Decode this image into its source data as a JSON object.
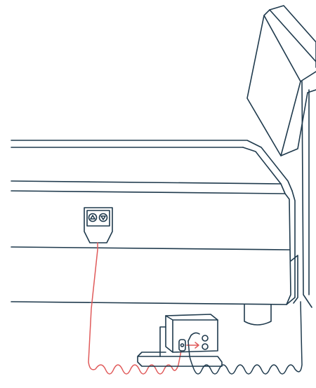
{
  "colors": {
    "line": "#1f3a4d",
    "cord_power": "#e05a5a",
    "cord_control": "#1f3a4d",
    "background": "#ffffff"
  },
  "parts": {
    "bed_base": "adjustable-bed-base",
    "headboard": "headboard",
    "remote_holder": "handset-holder",
    "remote_buttons": [
      "up-arrow-icon",
      "down-arrow-icon"
    ],
    "control_box": "control-box",
    "plug_connection": "plug-into-socket-arrow"
  }
}
